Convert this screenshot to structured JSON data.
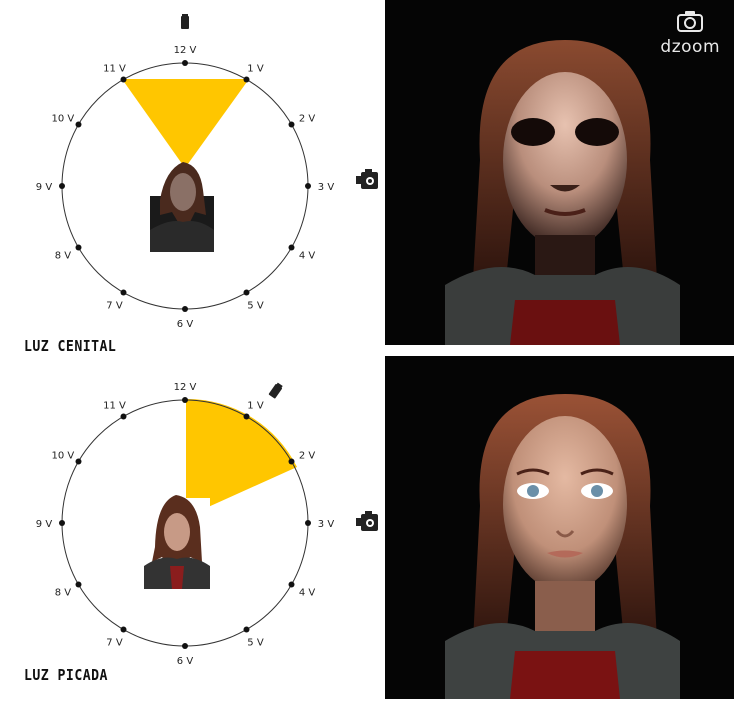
{
  "watermark": {
    "brand": "dzoom",
    "icon": "camera-icon"
  },
  "clock_labels": [
    "12 V",
    "1 V",
    "2 V",
    "3 V",
    "4 V",
    "5 V",
    "6 V",
    "7 V",
    "8 V",
    "9 V",
    "10 V",
    "11 V"
  ],
  "panels": [
    {
      "title": "LUZ CENITAL",
      "light_arc_from": "11 V",
      "light_arc_to": "1 V",
      "light_source_position": "12 V",
      "camera_position": "3 V"
    },
    {
      "title": "LUZ PICADA",
      "light_arc_from": "12 V",
      "light_arc_to": "2 V",
      "light_source_position": "1 V",
      "camera_position": "3 V"
    }
  ],
  "colors": {
    "light_cone": "#ffc600",
    "photo_bg": "#050505"
  }
}
